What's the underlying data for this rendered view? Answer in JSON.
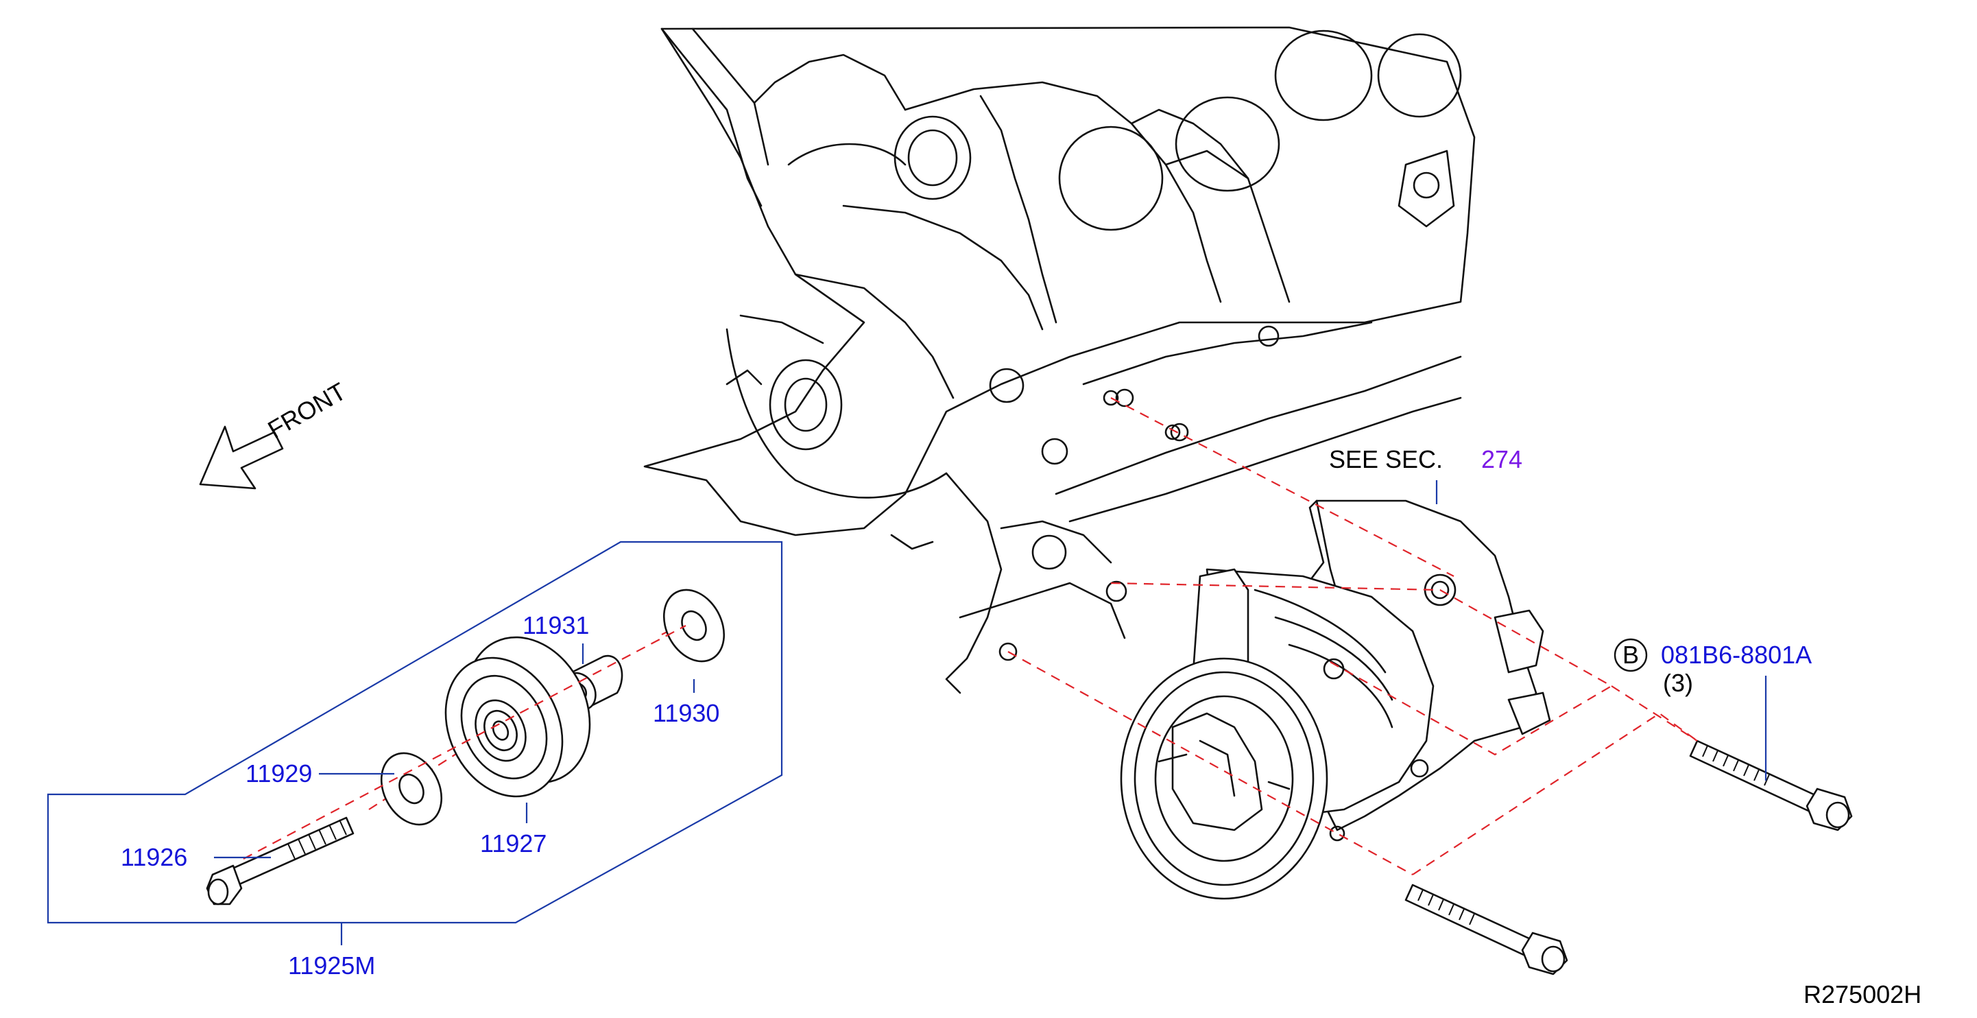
{
  "diagram": {
    "front_label": "FRONT",
    "see_section": {
      "label": "SEE  SEC.",
      "number": "274"
    },
    "bolt_spec": {
      "circle_letter": "B",
      "part_number": "081B6-8801A",
      "quantity": "(3)"
    },
    "parts": {
      "p11931": "11931",
      "p11930": "11930",
      "p11929": "11929",
      "p11927": "11927",
      "p11926": "11926",
      "p11925M": "11925M"
    },
    "figure_code": "R275002H"
  },
  "colors": {
    "part_label": "#1414d8",
    "section_ref": "#7a18e6",
    "leader_line": "#1a3aa8",
    "dashed_guide": "#e0242a",
    "line_art": "#111111"
  }
}
